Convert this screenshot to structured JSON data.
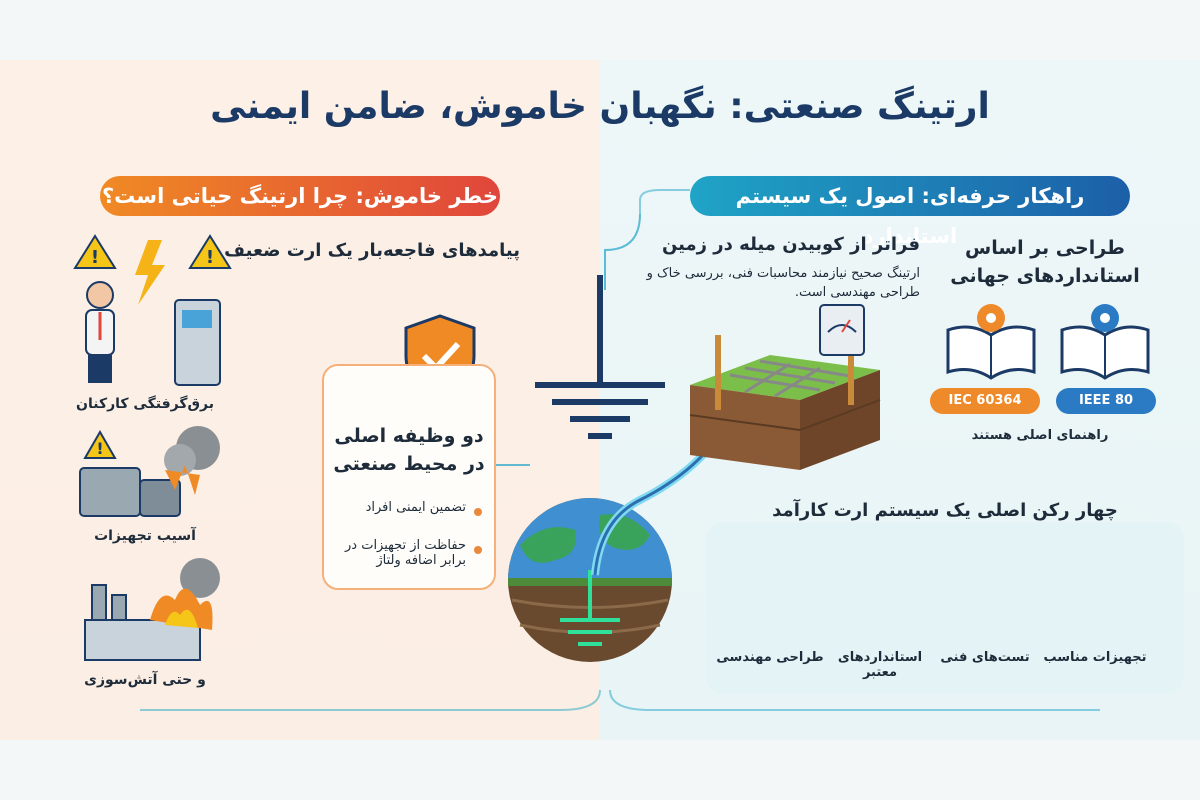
{
  "title": "ارتینگ صنعتی: نگهبان خاموش، ضامن ایمنی",
  "left": {
    "banner": "خطر خاموش: چرا ارتینگ حیاتی است؟",
    "heading": "پیامدهای فاجعه‌بار یک ارت ضعیف",
    "items": [
      {
        "label": "برق‌گرفتگی کارکنان",
        "icon": "electric-shock-icon"
      },
      {
        "label": "آسیب تجهیزات",
        "icon": "equipment-damage-icon"
      },
      {
        "label": "و حتی آتش‌سوزی",
        "icon": "factory-fire-icon"
      }
    ],
    "card": {
      "title": "دو وظیفه اصلی در محیط صنعتی",
      "items": [
        "تضمین ایمنی افراد",
        "حفاظت از تجهیزات در برابر اضافه ولتاژ"
      ]
    }
  },
  "right": {
    "banner": "راهکار حرفه‌ای: اصول یک سیستم استاندارد",
    "rod": {
      "title": "فراتر از کوبیدن میله در زمین",
      "description": "ارتینگ صحیح نیازمند محاسبات فنی، بررسی خاک و طراحی مهندسی است."
    },
    "standards": {
      "title": "طراحی بر اساس استانداردهای جهانی",
      "badges": [
        {
          "label": "IEEE 80",
          "color": "#2b7bc4"
        },
        {
          "label": "IEC 60364",
          "color": "#ef8a2b"
        }
      ],
      "caption": "راهنمای اصلی هستند"
    },
    "pillars": {
      "title": "چهار رکن اصلی یک سیستم ارت کارآمد",
      "items": [
        {
          "label": "تجهیزات مناسب",
          "icon": "cable-connector-icon"
        },
        {
          "label": "تست‌های فنی",
          "icon": "multimeter-icon"
        },
        {
          "label": "استانداردهای معتبر",
          "icon": "certificate-icon"
        },
        {
          "label": "طراحی مهندسی",
          "icon": "blueprint-icon"
        }
      ]
    }
  },
  "colors": {
    "navy": "#1b3a66",
    "orange": "#f08a24",
    "teal": "#1fa4c6",
    "green": "#2fb37a"
  }
}
